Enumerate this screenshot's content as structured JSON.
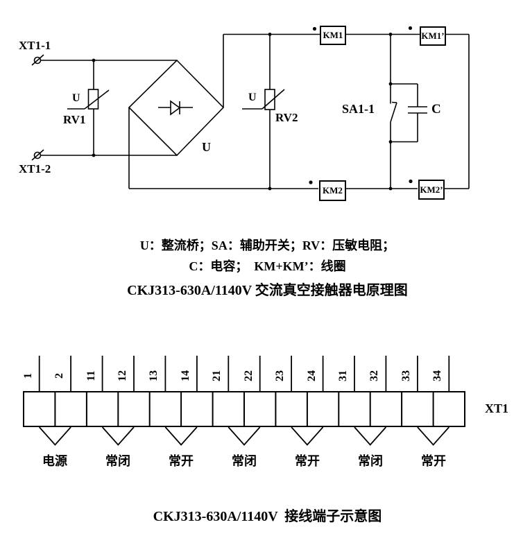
{
  "colors": {
    "line": "#000000",
    "background": "#ffffff"
  },
  "circuit": {
    "terminals": {
      "xt1_1": "XT1-1",
      "xt1_2": "XT1-2"
    },
    "components": {
      "rv1_u": "U",
      "rv1": "RV1",
      "rv2_u": "U",
      "rv2": "RV2",
      "bridge_u": "U",
      "switch": "SA1-1",
      "capacitor": "C",
      "km1": "KM1",
      "km1_prime": "KM1’",
      "km2": "KM2",
      "km2_prime": "KM2’"
    },
    "legend": {
      "line1": "U：整流桥；SA：辅助开关；RV：压敏电阻；",
      "line2": "C：电容；  KM+KM’：线圈"
    },
    "title": "CKJ313-630A/1140V 交流真空接触器电原理图"
  },
  "terminal_block": {
    "label": "XT1",
    "numbers": [
      "1",
      "2",
      "11",
      "12",
      "13",
      "14",
      "21",
      "22",
      "23",
      "24",
      "31",
      "32",
      "33",
      "34"
    ],
    "groups": [
      "电源",
      "常闭",
      "常开",
      "常闭",
      "常开",
      "常闭",
      "常开"
    ],
    "title": "CKJ313-630A/1140V  接线端子示意图"
  }
}
